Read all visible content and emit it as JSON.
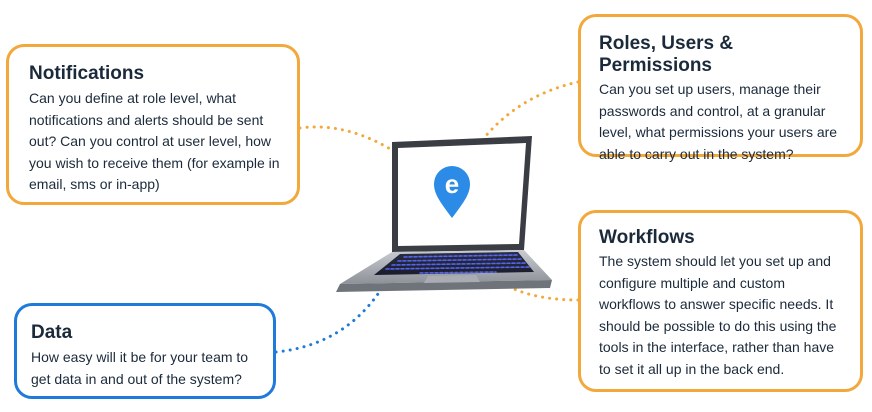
{
  "notifications": {
    "title": "Notifications",
    "body": "Can you define at role level, what notifications and alerts should be sent out? Can you control at user level, how you wish to receive them (for example in email, sms or in-app)"
  },
  "roles": {
    "title": "Roles, Users & Permissions",
    "body": "Can you set up users, manage their passwords and control, at a granular level, what permissions your users are able to carry out in the system?"
  },
  "workflows": {
    "title": "Workflows",
    "body": "The system should let you set up and configure multiple and custom workflows to answer specific needs. It should be possible to do this using the tools in the interface, rather than have to set it all up in the back end."
  },
  "data": {
    "title": "Data",
    "body": "How easy will it be for your team to get data in and out of the system?"
  },
  "logo": {
    "letter": "e"
  },
  "colors": {
    "orange_accent": "#f2a83b",
    "blue_accent": "#1f7ad9",
    "logo_blue": "#2b8be6",
    "keyboard_glow": "#5a6cff"
  }
}
